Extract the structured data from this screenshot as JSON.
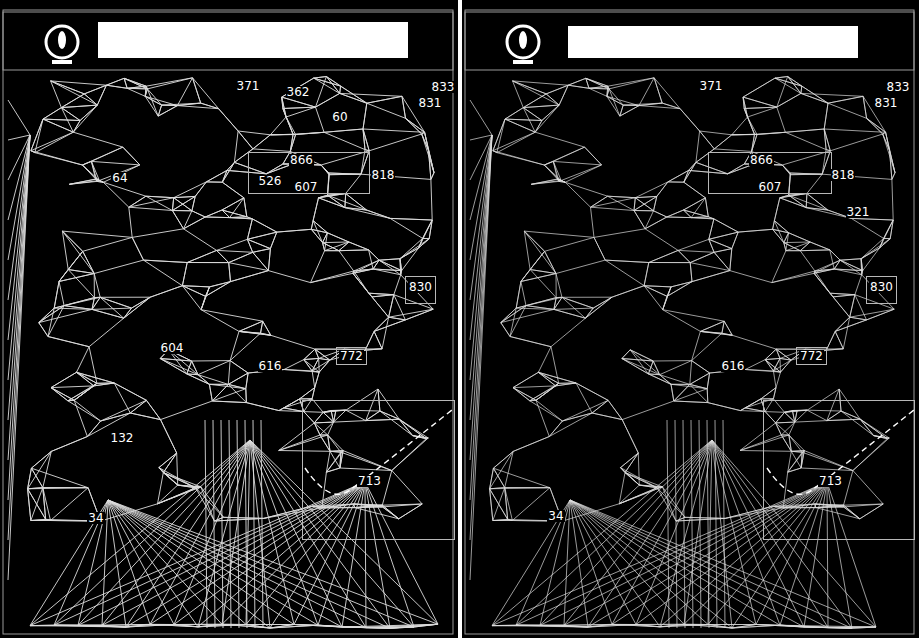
{
  "diagram": {
    "nodes": [
      {
        "text": [
          "866"
        ]
      },
      {
        "text": [
          "830"
        ]
      },
      {
        "text": [
          "772"
        ]
      },
      {
        "text": [
          "713"
        ]
      },
      {
        "text": [
          "866"
        ]
      },
      {
        "text": [
          "830"
        ]
      },
      {
        "text": [
          "772"
        ]
      },
      {
        "text": [
          "713"
        ]
      }
    ],
    "labels": [
      "371",
      "362",
      "833",
      "831",
      "60",
      "64",
      "526",
      "607",
      "818",
      "604",
      "616",
      "132",
      "34",
      "371",
      "833",
      "831",
      "607",
      "818",
      "321",
      "616",
      "34"
    ]
  }
}
